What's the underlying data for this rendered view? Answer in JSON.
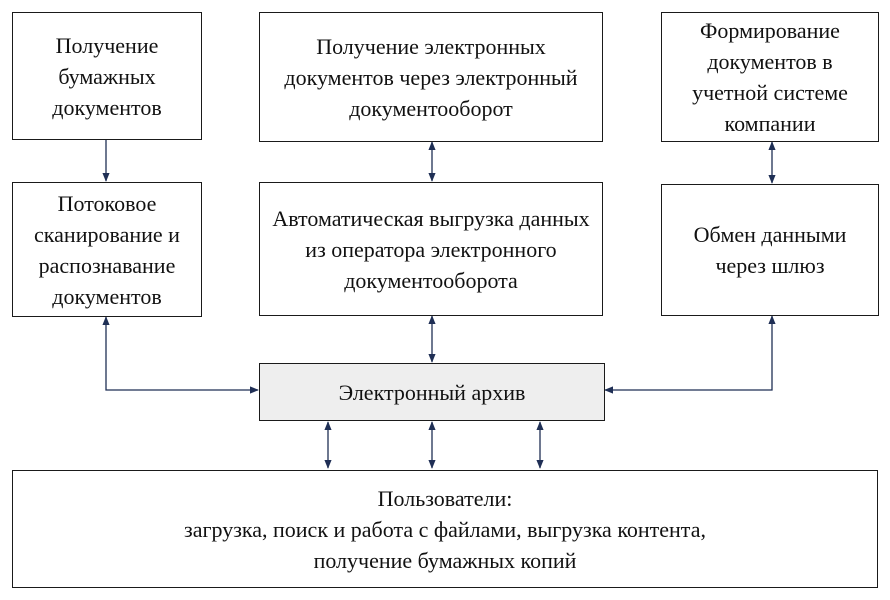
{
  "boxes": {
    "paper_docs": "Получение бумажных документов",
    "edo_receive": "Получение электронных документов через электронный документооборот",
    "accounting_docs": "Формирование документов в учетной системе компании",
    "scanning": "Потоковое сканирование и распознавание документов",
    "auto_export": "Автоматическая выгрузка данных из оператора электронного документооборота",
    "gateway": "Обмен данными через шлюз",
    "archive": "Электронный архив",
    "users_title": "Пользователи:",
    "users_line1": "загрузка, поиск и работа с файлами, выгрузка контента,",
    "users_line2": "получение бумажных копий"
  },
  "colors": {
    "connector": "#1f2f55",
    "archive_fill": "#eeeeee",
    "box_border": "#1a1a1a"
  }
}
